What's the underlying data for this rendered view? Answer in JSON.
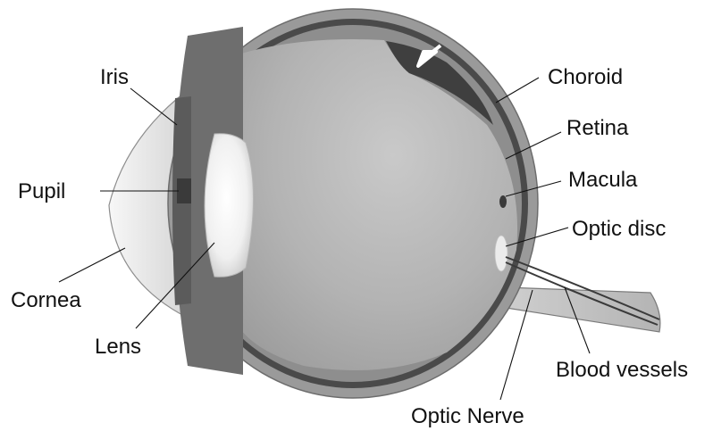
{
  "diagram": {
    "labels": {
      "iris": "Iris",
      "pupil": "Pupil",
      "cornea": "Cornea",
      "lens": "Lens",
      "choroid": "Choroid",
      "retina": "Retina",
      "macula": "Macula",
      "optic_disc": "Optic disc",
      "blood_vessels": "Blood vessels",
      "optic_nerve": "Optic Nerve"
    },
    "colors": {
      "sclera": "#9a9a9a",
      "choroid_layer": "#474747",
      "vitreous": "#b9b9b9",
      "lens": "#f2f2f2",
      "cornea": "#e6e6e6",
      "nerve": "#c6c6c6",
      "vessels": "#3a3a3a",
      "arrow": "#ffffff",
      "text": "#111111"
    }
  }
}
